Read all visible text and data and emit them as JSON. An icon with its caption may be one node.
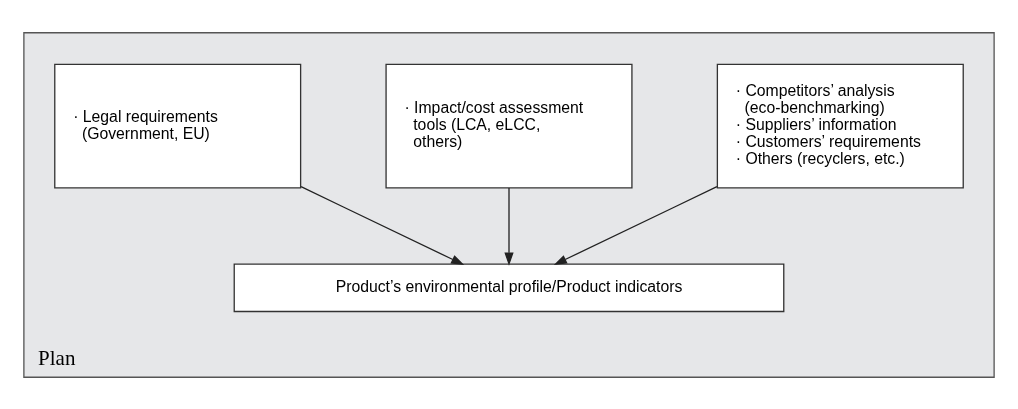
{
  "diagram": {
    "nodes": [
      {
        "text": [
          "Plan"
        ]
      },
      {
        "text": [
          "· Competitors’ analysis (eco-benchmarking)",
          "· Suppliers’ information",
          "· Customers’ requirements",
          "· Others (recyclers, etc.)"
        ],
        "in": 0
      },
      {
        "text": [
          "· Impact/cost assessment tools (LCA, eLCC, others)"
        ],
        "in": 0
      },
      {
        "text": [
          "· Legal requirements (Government, EU)"
        ],
        "in": 0
      },
      {
        "text": [
          "Product’s environmental profile/Product indicators"
        ],
        "in": 0
      }
    ],
    "edges": [
      {
        "from": 1,
        "to": 4,
        "arrow": "to"
      },
      {
        "from": 2,
        "to": 4,
        "arrow": "to"
      },
      {
        "from": 3,
        "to": 4,
        "arrow": "to"
      }
    ]
  }
}
